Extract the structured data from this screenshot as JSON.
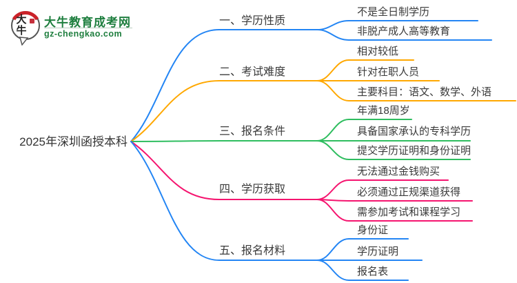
{
  "logo": {
    "bubble_text": "大牛",
    "site_name": "大牛教育成考网",
    "site_url": "gz-chengkao.com",
    "brand_green": "#1e7e3e",
    "brand_red": "#cb2229"
  },
  "central": {
    "title": "2025年深圳函授本科"
  },
  "colors": {
    "branch1": "#2385f4",
    "branch2": "#ffa800",
    "branch3": "#2ebd5f",
    "branch4": "#f5146f",
    "branch5": "#2385f4",
    "text": "#3a3a3a"
  },
  "branches": [
    {
      "label": "一、学历性质",
      "color": "#2385f4",
      "children": [
        "不是全日制学历",
        "非脱产成人高等教育"
      ]
    },
    {
      "label": "二、考试难度",
      "color": "#ffa800",
      "children": [
        "相对较低",
        "针对在职人员",
        "主要科目：语文、数学、外语"
      ]
    },
    {
      "label": "三、报名条件",
      "color": "#2ebd5f",
      "children": [
        "年满18周岁",
        "具备国家承认的专科学历",
        "提交学历证明和身份证明"
      ]
    },
    {
      "label": "四、学历获取",
      "color": "#f5146f",
      "children": [
        "无法通过金钱购买",
        "必须通过正规渠道获得",
        "需参加考试和课程学习"
      ]
    },
    {
      "label": "五、报名材料",
      "color": "#2385f4",
      "children": [
        "身份证",
        "学历证明",
        "报名表"
      ]
    }
  ]
}
